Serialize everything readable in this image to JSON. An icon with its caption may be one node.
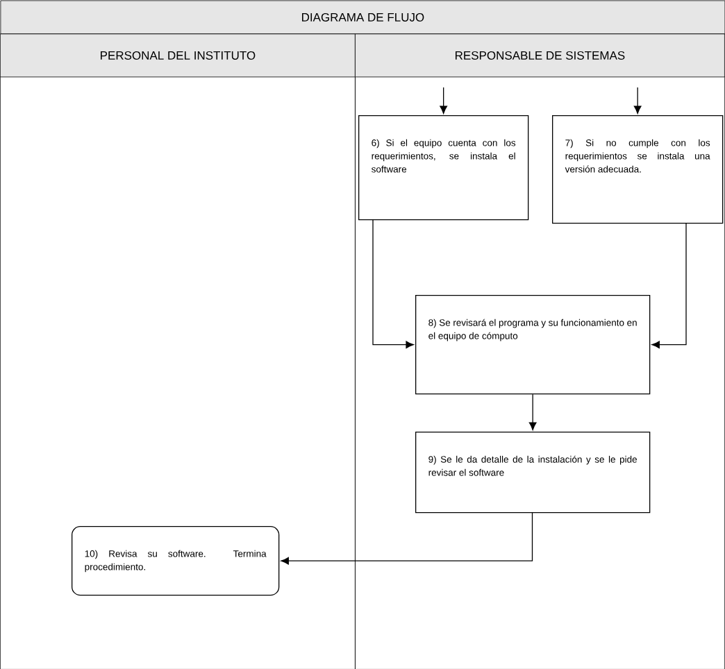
{
  "diagram": {
    "title": "DIAGRAMA DE FLUJO",
    "nodes": [
      {
        "text": [
          "PERSONAL DEL INSTITUTO"
        ]
      },
      {
        "text": [
          "RESPONSABLE DE SISTEMAS"
        ]
      },
      {
        "text": [
          "6) Si el equipo cuenta con los requerimientos, se instala el software"
        ],
        "in": 1
      },
      {
        "text": [
          "7) Si no cumple con los requerimientos se instala una versión adecuada."
        ],
        "in": 1
      },
      {
        "text": [
          "8) Se revisará el programa y su funcionamiento en el equipo de cómputo"
        ],
        "in": 1
      },
      {
        "text": [
          "9) Se le da detalle de la instalación y se le pide revisar el software"
        ],
        "in": 1
      },
      {
        "text": [
          "10) Revisa su software. Termina procedimiento."
        ],
        "in": 0
      }
    ],
    "edges": [
      {
        "from": null,
        "to": 2,
        "arrow": "to"
      },
      {
        "from": null,
        "to": 3,
        "arrow": "to"
      },
      {
        "from": 2,
        "to": 4,
        "arrow": "to"
      },
      {
        "from": 3,
        "to": 4,
        "arrow": "to"
      },
      {
        "from": 4,
        "to": 5,
        "arrow": "to"
      },
      {
        "from": 5,
        "to": 6,
        "arrow": "to"
      }
    ]
  }
}
